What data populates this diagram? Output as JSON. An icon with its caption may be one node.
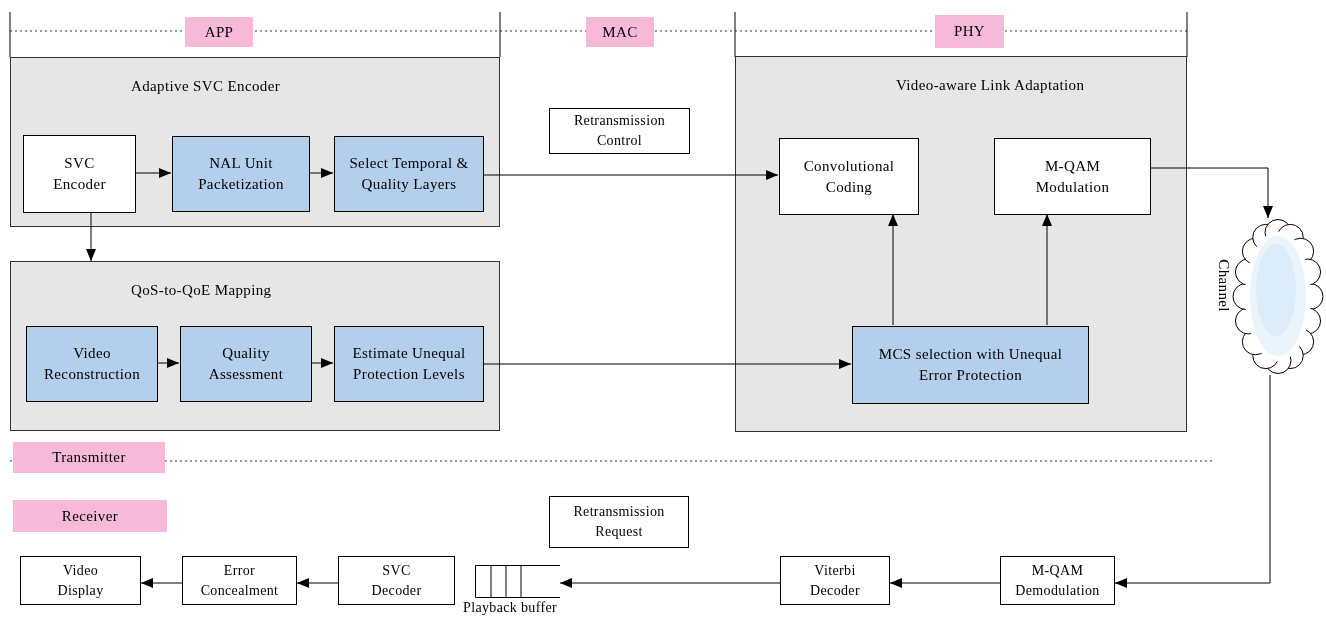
{
  "diagram": {
    "nodes": [
      {
        "text": [
          "Adaptive SVC Encoder"
        ]
      },
      {
        "text": [
          "SVC Encoder"
        ],
        "in": 0
      },
      {
        "text": [
          "NAL Unit Packetization"
        ],
        "in": 0
      },
      {
        "text": [
          "Select Temporal & Quality Layers"
        ],
        "in": 0
      },
      {
        "text": [
          "QoS-to-QoE Mapping"
        ]
      },
      {
        "text": [
          "Video Reconstruction"
        ],
        "in": 4
      },
      {
        "text": [
          "Quality Assessment"
        ],
        "in": 4
      },
      {
        "text": [
          "Estimate Unequal Protection Levels"
        ],
        "in": 4
      },
      {
        "text": [
          "Retransmission Control"
        ]
      },
      {
        "text": [
          "Video-aware Link Adaptation"
        ]
      },
      {
        "text": [
          "Convolutional Coding"
        ],
        "in": 9
      },
      {
        "text": [
          "M-QAM Modulation"
        ],
        "in": 9
      },
      {
        "text": [
          "MCS selection with Unequal Error Protection"
        ],
        "in": 9
      },
      {
        "text": [],
        "shape": "cloud",
        "beside": [
          "Channel"
        ]
      },
      {
        "text": [
          "Retransmission Request"
        ]
      },
      {
        "text": [
          "Video Display"
        ]
      },
      {
        "text": [
          "Error Concealment"
        ]
      },
      {
        "text": [
          "SVC Decoder"
        ]
      },
      {
        "text": [],
        "shape": "queue",
        "beside": [
          "Playback buffer"
        ]
      },
      {
        "text": [
          "Viterbi Decoder"
        ]
      },
      {
        "text": [
          "M-QAM Demodulation"
        ]
      }
    ],
    "edges": [
      {
        "from": 1,
        "to": 2,
        "arrow": "to"
      },
      {
        "from": 2,
        "to": 3,
        "arrow": "to"
      },
      {
        "from": 3,
        "to": 10,
        "arrow": "to"
      },
      {
        "from": 1,
        "to": 4,
        "arrow": "to"
      },
      {
        "from": 5,
        "to": 6,
        "arrow": "to"
      },
      {
        "from": 6,
        "to": 7,
        "arrow": "to"
      },
      {
        "from": 7,
        "to": 12,
        "arrow": "to"
      },
      {
        "from": 12,
        "to": 10,
        "arrow": "to"
      },
      {
        "from": 12,
        "to": 11,
        "arrow": "to"
      },
      {
        "from": 11,
        "to": 13,
        "arrow": "to"
      },
      {
        "from": 13,
        "to": 20,
        "arrow": "to"
      },
      {
        "from": 20,
        "to": 19,
        "arrow": "to"
      },
      {
        "from": 19,
        "to": 18,
        "arrow": "to"
      },
      {
        "from": 17,
        "to": 16,
        "arrow": "to"
      },
      {
        "from": 16,
        "to": 15,
        "arrow": "to"
      }
    ],
    "labels": [
      "APP",
      "MAC",
      "PHY",
      "Transmitter",
      "Receiver"
    ]
  }
}
